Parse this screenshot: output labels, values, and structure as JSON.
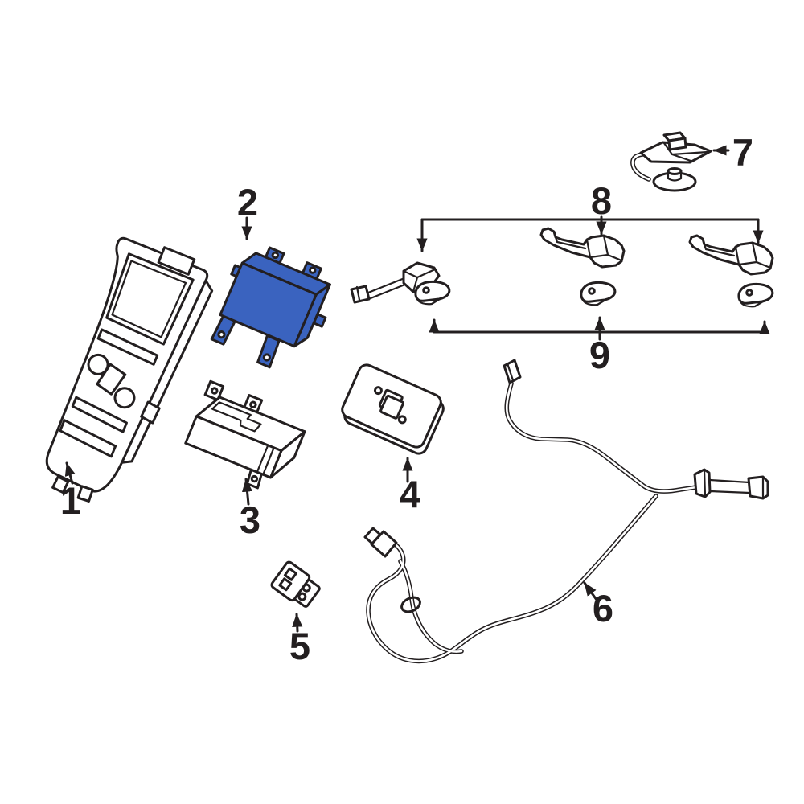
{
  "figure": {
    "background_color": "#ffffff",
    "line_color": "#231f20",
    "highlight_color": "#3a63bf",
    "highlighted_callout": "2",
    "callouts": [
      {
        "label": "1"
      },
      {
        "label": "2"
      },
      {
        "label": "3"
      },
      {
        "label": "4"
      },
      {
        "label": "5"
      },
      {
        "label": "6"
      },
      {
        "label": "7"
      },
      {
        "label": "8"
      },
      {
        "label": "9"
      }
    ]
  }
}
